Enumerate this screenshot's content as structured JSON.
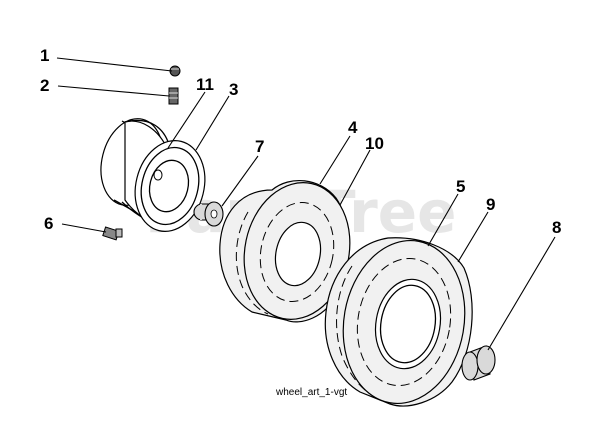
{
  "watermark": "PartsTree",
  "caption": "wheel_art_1-vgt",
  "labels": {
    "l1": "1",
    "l2": "2",
    "l3": "3",
    "l4": "4",
    "l5": "5",
    "l6": "6",
    "l7": "7",
    "l8": "8",
    "l9": "9",
    "l10": "10",
    "l11": "11"
  }
}
